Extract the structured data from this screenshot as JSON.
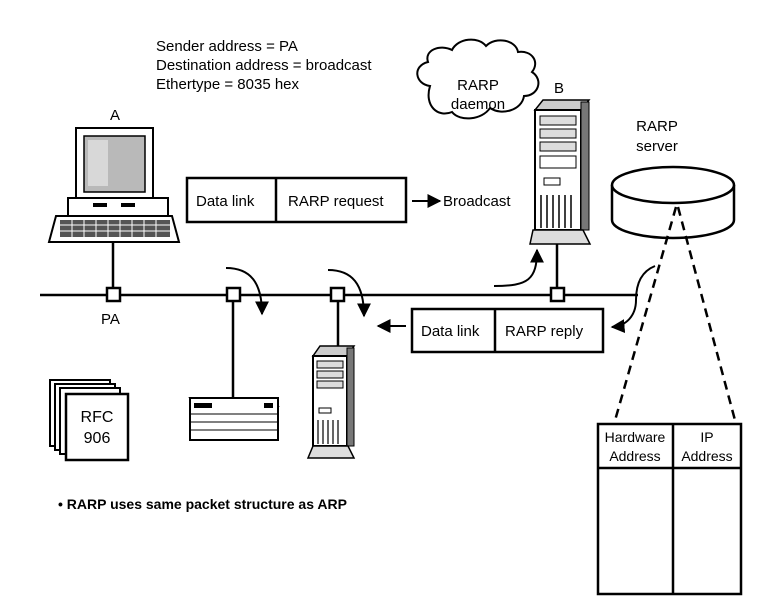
{
  "frame_info": {
    "line1": "Sender address = PA",
    "line2": "Destination address = broadcast",
    "line3": "Ethertype = 8035 hex"
  },
  "host_a": {
    "label": "A",
    "port_label": "PA"
  },
  "daemon": {
    "line1": "RARP",
    "line2": "daemon"
  },
  "host_b": {
    "label": "B"
  },
  "server": {
    "line1": "RARP",
    "line2": "server"
  },
  "request_packet": {
    "datalink": "Data link",
    "payload": "RARP request",
    "destination": "Broadcast"
  },
  "reply_packet": {
    "datalink": "Data link",
    "payload": "RARP reply"
  },
  "rfc": {
    "line1": "RFC",
    "line2": "906"
  },
  "table": {
    "col1_line1": "Hardware",
    "col1_line2": "Address",
    "col2_line1": "IP",
    "col2_line2": "Address"
  },
  "note": "• RARP uses same packet structure as ARP"
}
